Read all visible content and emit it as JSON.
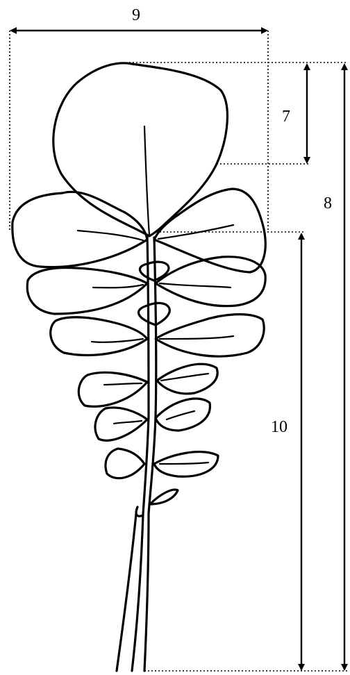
{
  "figure": {
    "background": "#ffffff",
    "ink_color": "#000000",
    "subject": "pinnate-leaf-drawing",
    "measurements": [
      {
        "id": "m9",
        "label": "9",
        "orientation": "horizontal"
      },
      {
        "id": "m7",
        "label": "7",
        "orientation": "vertical"
      },
      {
        "id": "m8",
        "label": "8",
        "orientation": "vertical"
      },
      {
        "id": "m10",
        "label": "10",
        "orientation": "vertical"
      }
    ]
  }
}
